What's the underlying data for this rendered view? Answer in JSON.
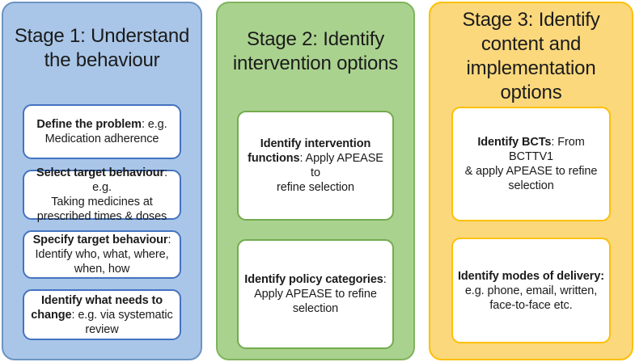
{
  "stages": [
    {
      "title": "Stage 1: Understand\nthe behaviour",
      "theme": {
        "fill": "#a9c6e8",
        "border": "#6b94c0",
        "box_border": "#4473c0"
      },
      "boxes": [
        {
          "bold": "Define the problem",
          "rest": ": e.g.\nMedication adherence"
        },
        {
          "bold": "Select target behaviour",
          "rest": ": e.g.\nTaking medicines at\nprescribed times & doses"
        },
        {
          "bold": "Specify target behaviour",
          "rest": ":\nIdentify who, what, where,\nwhen, how"
        },
        {
          "bold": "Identify what needs to\nchange",
          "rest": ": e.g. via systematic\nreview"
        }
      ]
    },
    {
      "title": "Stage 2: Identify\nintervention options",
      "theme": {
        "fill": "#aad28f",
        "border": "#7db45d",
        "box_border": "#72ac4e"
      },
      "boxes": [
        {
          "bold": "Identify intervention\nfunctions",
          "rest": ": Apply APEASE to\nrefine selection"
        },
        {
          "bold": "Identify policy categories",
          "rest": ":\nApply APEASE to refine\nselection"
        }
      ]
    },
    {
      "title": "Stage 3: Identify\ncontent and\nimplementation\noptions",
      "theme": {
        "fill": "#fbd87c",
        "border": "#fdc006",
        "box_border": "#fdc006"
      },
      "boxes": [
        {
          "bold": "Identify BCTs",
          "rest": ": From BCTTV1\n& apply APEASE to refine\nselection"
        },
        {
          "bold": "Identify modes of delivery:",
          "rest": "\ne.g. phone, email, written,\nface-to-face etc."
        }
      ]
    }
  ]
}
